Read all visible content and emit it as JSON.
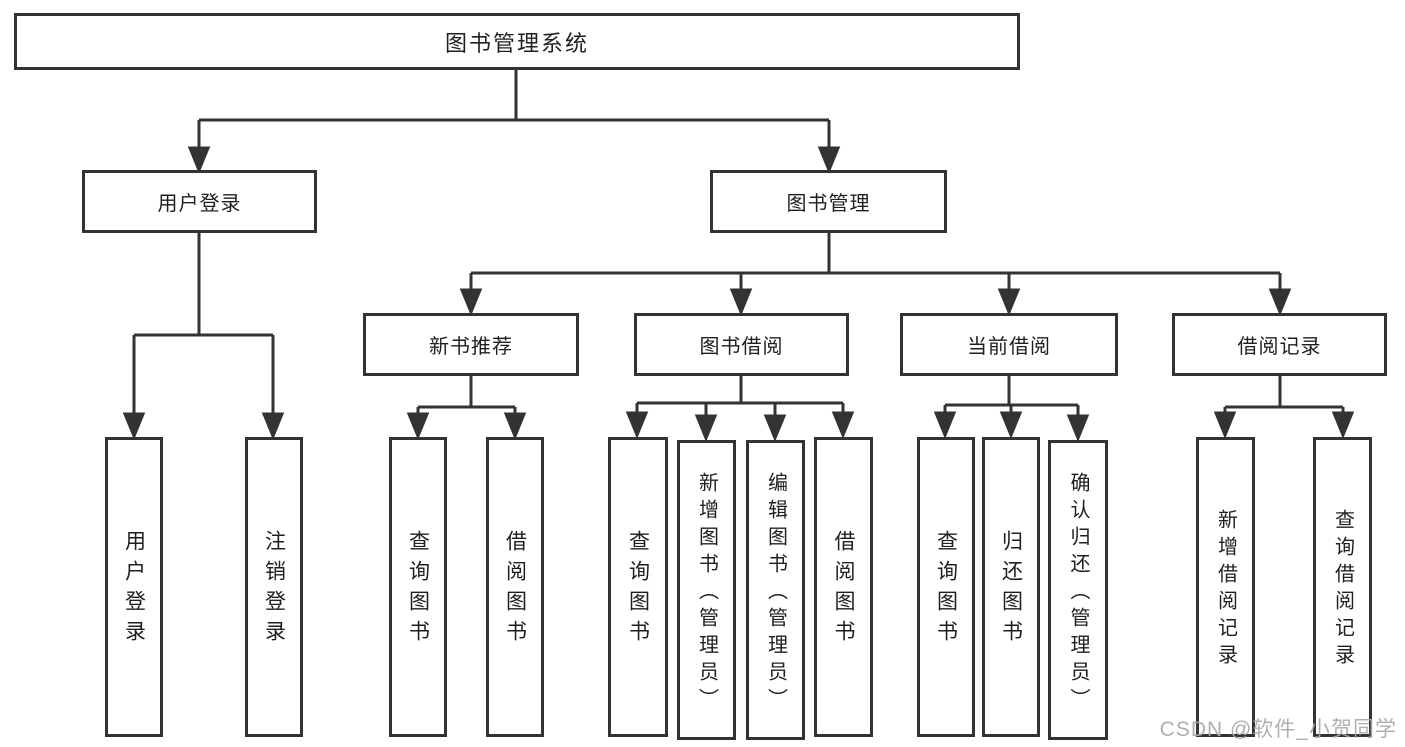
{
  "diagram": {
    "root": {
      "label": "图书管理系统"
    },
    "branches": {
      "user_login": {
        "label": "用户登录",
        "children": [
          "用户登录",
          "注销登录"
        ]
      },
      "book_management": {
        "label": "图书管理",
        "sections": {
          "new_book": {
            "label": "新书推荐",
            "children": [
              "查询图书",
              "借阅图书"
            ]
          },
          "book_borrow": {
            "label": "图书借阅",
            "children": [
              "查询图书",
              "新增图书（管理员）",
              "编辑图书（管理员）",
              "借阅图书"
            ]
          },
          "current_borrow": {
            "label": "当前借阅",
            "children": [
              "查询图书",
              "归还图书",
              "确认归还（管理员）"
            ]
          },
          "borrow_record": {
            "label": "借阅记录",
            "children": [
              "新增借阅记录",
              "查询借阅记录"
            ]
          }
        }
      }
    },
    "watermark": "CSDN @软件_小贺同学",
    "colors": {
      "line": "#333333",
      "text": "#1f1f1f",
      "watermark": "#a8a8a8",
      "background": "#ffffff"
    }
  }
}
